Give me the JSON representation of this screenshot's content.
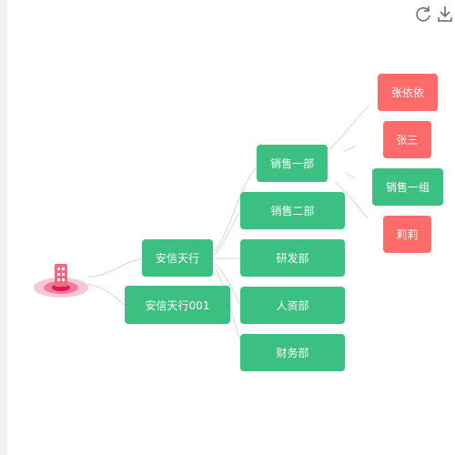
{
  "toolbar": {
    "refresh_icon": "refresh-icon",
    "download_icon": "download-icon"
  },
  "colors": {
    "green": "#3cc081",
    "red": "#ff6b6b",
    "link": "#d6d6d6",
    "root": "#e8305a"
  },
  "root": {
    "icon": "building-icon"
  },
  "nodes": {
    "anxin": "安信天行",
    "anxin001": "安信天行001",
    "sales1": "销售一部",
    "sales2": "销售二部",
    "rnd": "研发部",
    "hr": "人资部",
    "finance": "财务部",
    "zhangyiyi": "张依依",
    "zhangsan": "张三",
    "sales1_group1": "销售一组",
    "lili": "莉莉"
  }
}
